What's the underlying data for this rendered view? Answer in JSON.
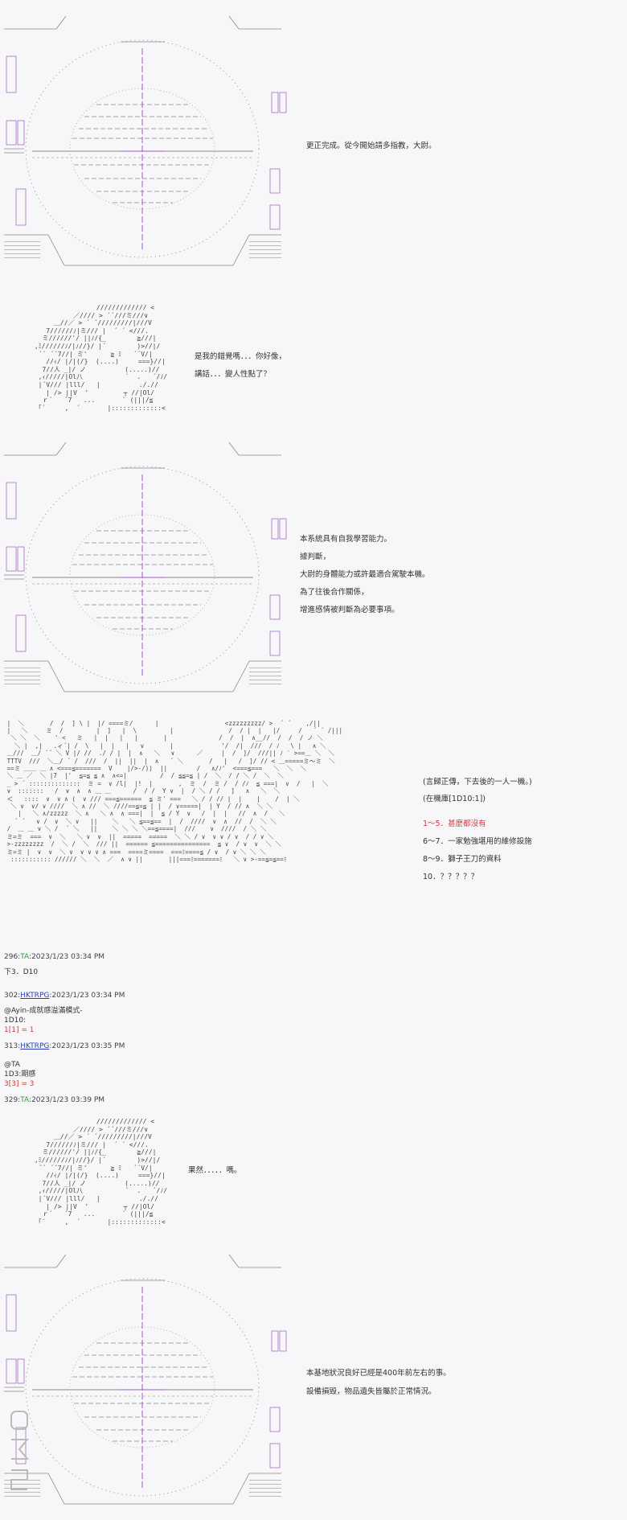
{
  "colors": {
    "background": "#f7f7fa",
    "text": "#333333",
    "hud_gray": "#888888",
    "crosshair_purple": "#9a5bc2",
    "red": "#d23c3c",
    "link_blue": "#2a3fbf",
    "name_green": "#3a9a3a"
  },
  "dialogue": {
    "p1": "更正完成。從今開始請多指教，大尉。",
    "p2_l1": "是我的錯覺嗎．．．你好像，",
    "p2_l2": "講話．．．變人性點了？",
    "p3_l1": "本系統具有自我學習能力。",
    "p3_l2": "據判斷，",
    "p3_l3": "大尉的身體能力或許最適合駕駛本機。",
    "p3_l4": "為了往後合作關係，",
    "p3_l5": "增進感情被判斷為必要事項。",
    "p4_l1": "(言歸正傳，下去後的一人一機。)",
    "p4_l2": "(在機庫[1D10:1])",
    "opt1": "1～5．甚麼都沒有",
    "opt2": "6～7．一家勉強堪用的維修設施",
    "opt3": "8～9．獅子王刀的資料",
    "opt4": "10．？？？？？",
    "p5": "果然．．．．．嗎。",
    "p6_l1": "本基地狀況良好已經是400年前左右的事。",
    "p6_l2": "設備損毀，物品遺失皆屬於正常情況。"
  },
  "posts": [
    {
      "head_prefix": "296:",
      "name": "TA",
      "head_suffix": ":2023/1/23 03:34 PM",
      "lines": [
        "下3．D10"
      ]
    },
    {
      "head_prefix": "302:",
      "name": "HKTRPG",
      "head_suffix": ":2023/1/23 03:34 PM",
      "lines": [
        "@Ayin-成就感溢滿模式-",
        "1D10:"
      ],
      "red": "1[1] = 1"
    },
    {
      "head_prefix": "313:",
      "name": "HKTRPG",
      "head_suffix": ":2023/1/23 03:35 PM",
      "lines": [
        "@TA",
        "1D3:期感"
      ],
      "red": "3[3] = 3"
    },
    {
      "head_prefix": "329:",
      "name": "TA",
      "head_suffix": ":2023/1/23 03:39 PM",
      "lines": []
    }
  ],
  "icons": {
    "hud": "cockpit-hud-icon",
    "portrait": "character-ascii-art",
    "hangar": "hangar-ascii-art",
    "watermark": "dm5-watermark-icon"
  }
}
